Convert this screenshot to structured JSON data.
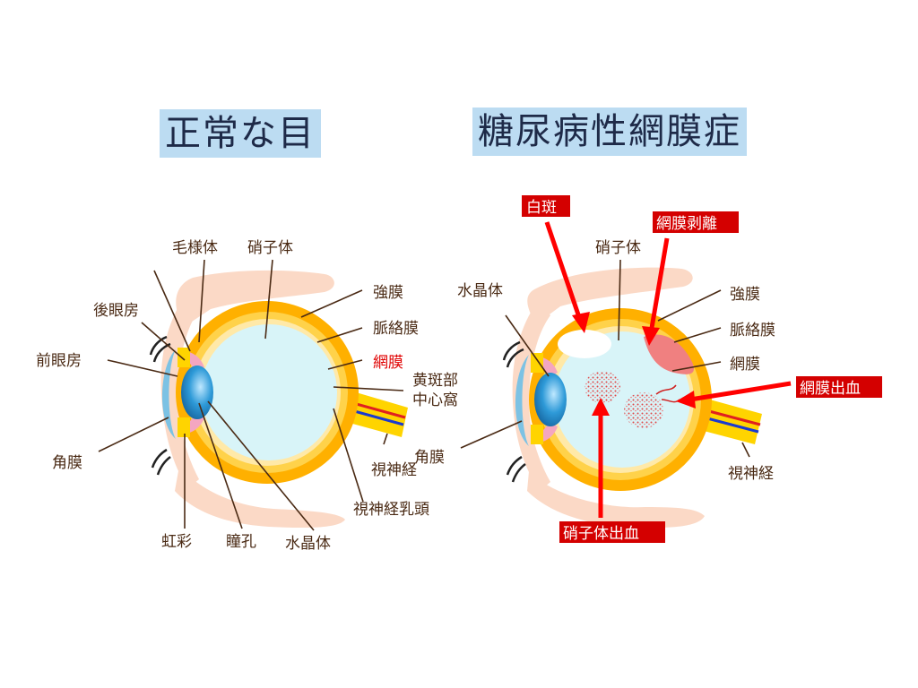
{
  "titles": {
    "normal": "正常な目",
    "diabetic": "糖尿病性網膜症"
  },
  "normal_eye": {
    "ciliary_body": "毛様体",
    "vitreous": "硝子体",
    "posterior_chamber": "後眼房",
    "anterior_chamber": "前眼房",
    "sclera": "強膜",
    "choroid": "脈絡膜",
    "retina": "網膜",
    "macula_line1": "黄斑部",
    "macula_line2": "中心窩",
    "cornea": "角膜",
    "optic_nerve": "視神経",
    "optic_disc": "視神経乳頭",
    "iris": "虹彩",
    "pupil": "瞳孔",
    "lens": "水晶体"
  },
  "diabetic_eye": {
    "lens": "水晶体",
    "vitreous": "硝子体",
    "sclera": "強膜",
    "choroid": "脈絡膜",
    "retina": "網膜",
    "cornea": "角膜",
    "optic_nerve": "視神経"
  },
  "callouts": {
    "white_spot": "白斑",
    "retinal_detachment": "網膜剥離",
    "retinal_hemorrhage": "網膜出血",
    "vitreous_hemorrhage": "硝子体出血"
  },
  "colors": {
    "title_bg": "#bcdcf2",
    "label": "#4a2a14",
    "highlight": "#e00000",
    "sclera": "#ffb000",
    "choroid": "#ffd24a",
    "vitreous": "#d8f4f8",
    "skin": "#fbd9c6"
  }
}
